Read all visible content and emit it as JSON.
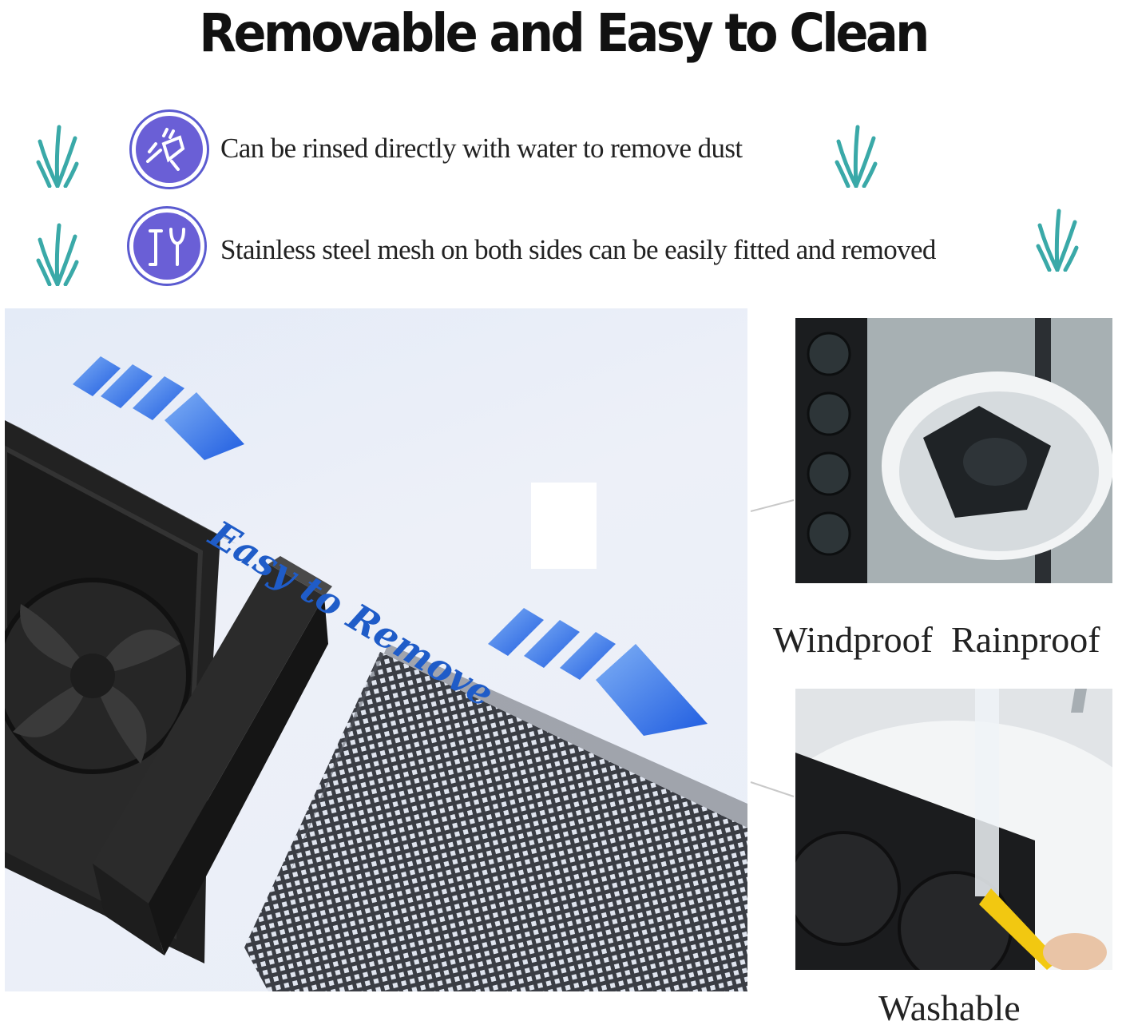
{
  "header": {
    "title": "Removable and Easy to Clean"
  },
  "features": [
    {
      "icon": "rinse-water-icon",
      "text": "Can be rinsed directly with water to remove dust"
    },
    {
      "icon": "wrench-tool-icon",
      "text": "Stainless steel mesh on both sides can be easily fitted and removed"
    }
  ],
  "decorations": {
    "grass_icon": "grass-icon",
    "grass_color": "#3aa9a8"
  },
  "main_image": {
    "overlay_text": "Easy to Remove",
    "arrow_color": "#2f6fe0",
    "text_color": "#1f5cc8"
  },
  "side_images": [
    {
      "caption": "Windproof  Rainproof"
    },
    {
      "caption": "Washable"
    }
  ],
  "colors": {
    "icon_accent": "#5b5bd0",
    "title": "#111111",
    "body_text": "#222222"
  }
}
